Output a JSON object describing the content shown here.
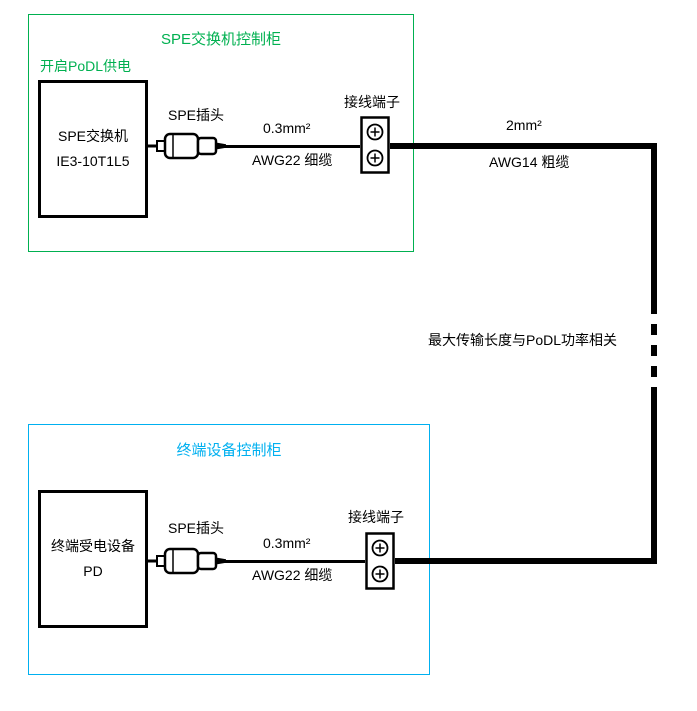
{
  "top_cabinet": {
    "title": "SPE交换机控制柜",
    "podl_label": "开启PoDL供电",
    "device": {
      "line1": "SPE交换机",
      "line2": "IE3-10T1L5"
    },
    "plug_label": "SPE插头",
    "thin_cable": {
      "spec": "0.3mm²",
      "type": "AWG22 细缆"
    },
    "terminal_label": "接线端子",
    "thick_cable": {
      "spec": "2mm²",
      "type": "AWG14 粗缆"
    }
  },
  "bottom_cabinet": {
    "title": "终端设备控制柜",
    "device": {
      "line1": "终端受电设备",
      "line2": "PD"
    },
    "plug_label": "SPE插头",
    "thin_cable": {
      "spec": "0.3mm²",
      "type": "AWG22 细缆"
    },
    "terminal_label": "接线端子"
  },
  "annotation": "最大传输长度与PoDL功率相关",
  "colors": {
    "green": "#00b050",
    "cyan": "#00b0f0",
    "cable": "#000000"
  }
}
